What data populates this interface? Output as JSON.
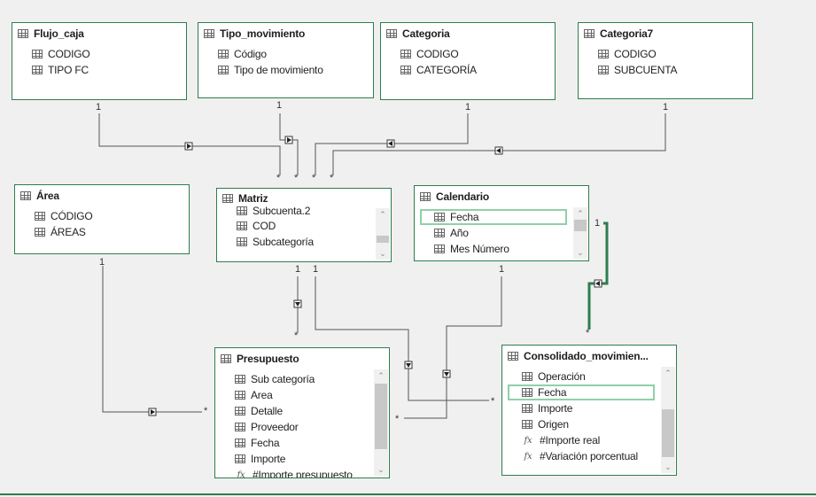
{
  "tables": {
    "flujo_caja": {
      "title": "Flujo_caja",
      "fields": [
        "CODIGO",
        "TIPO FC"
      ]
    },
    "tipo_movimiento": {
      "title": "Tipo_movimiento",
      "fields": [
        "Código",
        "Tipo de movimiento"
      ]
    },
    "categoria": {
      "title": "Categoria",
      "fields": [
        "CODIGO",
        "CATEGORÍA"
      ]
    },
    "categoria7": {
      "title": "Categoria7",
      "fields": [
        "CODIGO",
        "SUBCUENTA"
      ]
    },
    "area": {
      "title": "Área",
      "fields": [
        "CÓDIGO",
        "ÁREAS"
      ]
    },
    "matriz": {
      "title": "Matriz",
      "fields": [
        "Subcuenta.2",
        "COD",
        "Subcategoría"
      ]
    },
    "calendario": {
      "title": "Calendario",
      "fields": [
        "Fecha",
        "Año",
        "Mes Número"
      ]
    },
    "presupuesto": {
      "title": "Presupuesto",
      "fields": [
        "Sub categoría",
        "Area",
        "Detalle",
        "Proveedor",
        "Fecha",
        "Importe",
        "#Importe presupuesto"
      ]
    },
    "consolidado": {
      "title": "Consolidado_movimien...",
      "fields": [
        "Operación",
        "Fecha",
        "Importe",
        "Origen",
        "#Importe real",
        "#Variación porcentual"
      ]
    }
  },
  "cardinality": {
    "one": "1",
    "many": "*"
  },
  "icons": {
    "table": "table-icon",
    "column": "column-icon",
    "measure": "measure-icon"
  },
  "colors": {
    "border": "#2e7d4f",
    "selected": "#8fd0a8",
    "line": "#555555",
    "active_line": "#2e7d4f"
  }
}
